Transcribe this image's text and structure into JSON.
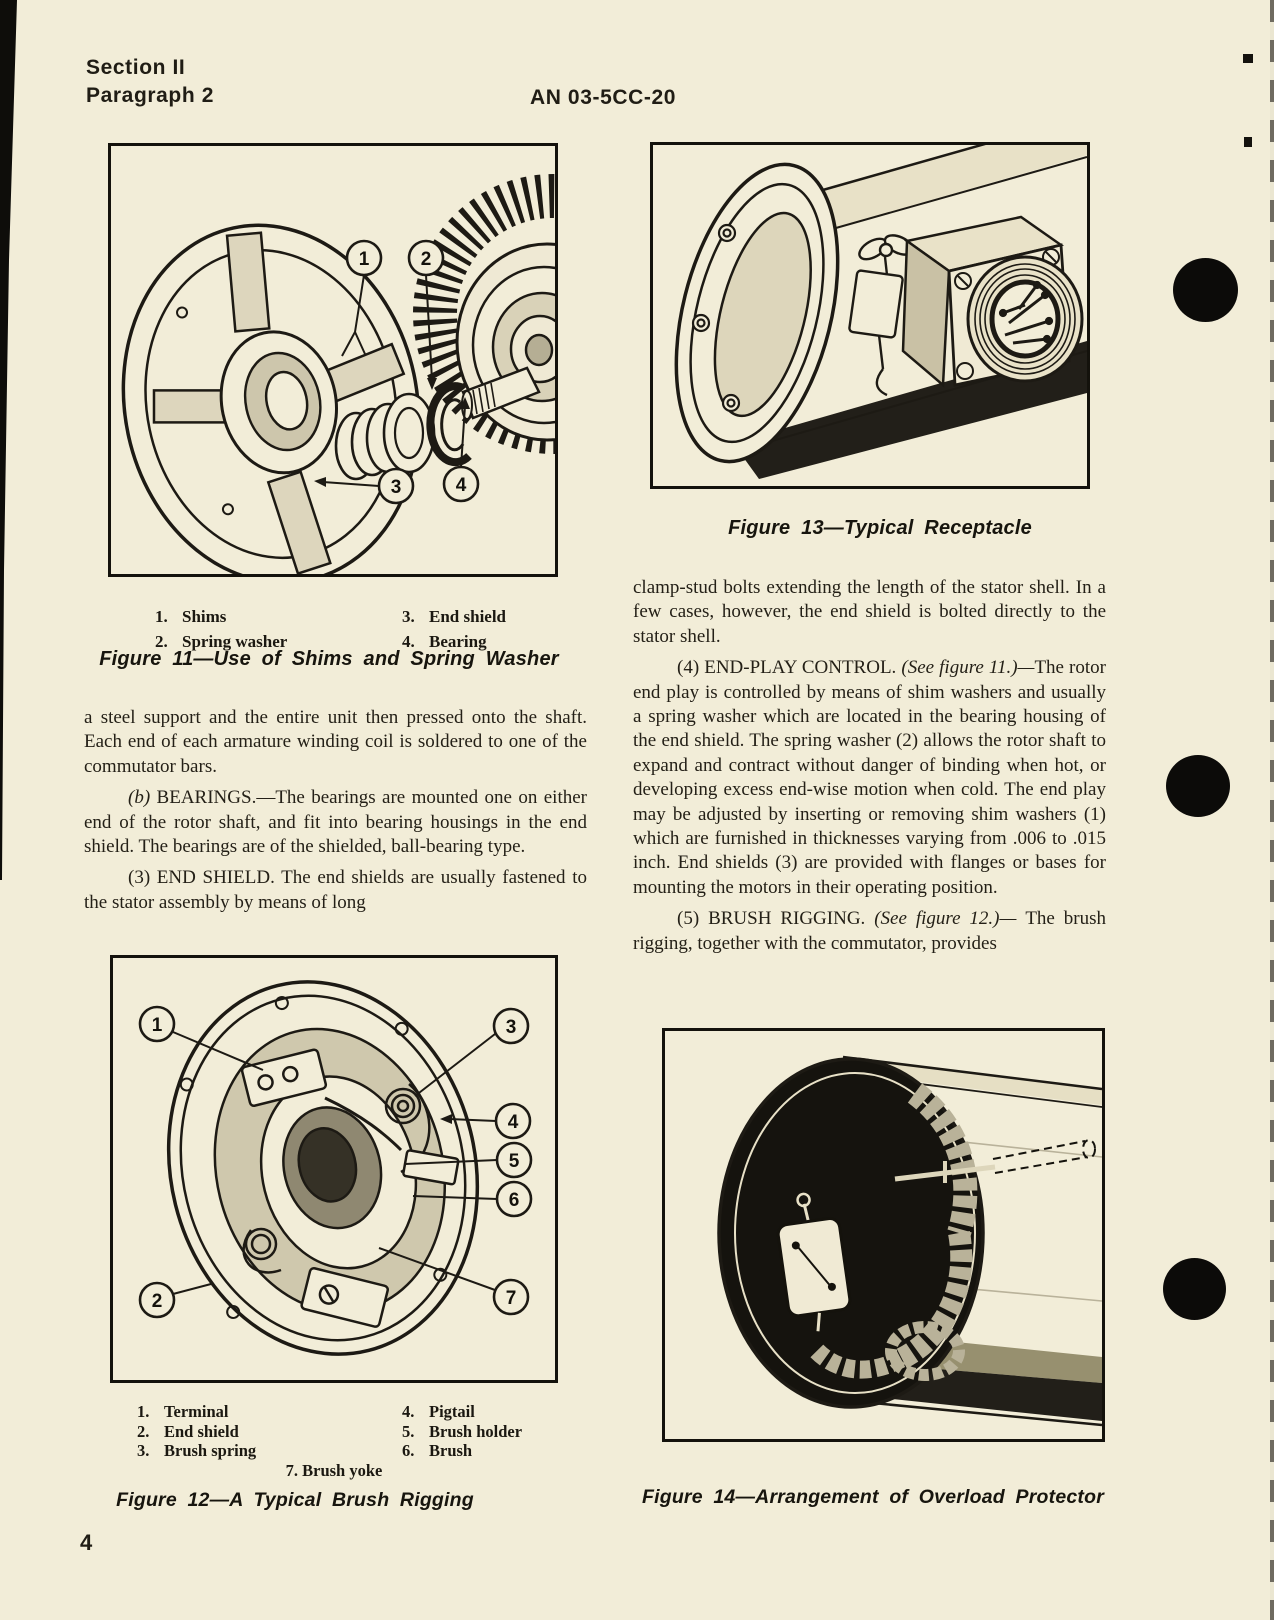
{
  "page": {
    "header_line1": "Section II",
    "header_line2": "Paragraph 2",
    "header_center": "AN 03-5CC-20",
    "page_number": "4"
  },
  "colors": {
    "paper": "#f2edd8",
    "ink": "#201d15"
  },
  "figures": {
    "fig11": {
      "caption": "Figure 11—Use of Shims and Spring Washer",
      "callouts": [
        "1",
        "2",
        "3",
        "4"
      ],
      "legend_col1": [
        {
          "num": "1.",
          "label": "Shims"
        },
        {
          "num": "2.",
          "label": "Spring washer"
        }
      ],
      "legend_col2": [
        {
          "num": "3.",
          "label": "End shield"
        },
        {
          "num": "4.",
          "label": "Bearing"
        }
      ]
    },
    "fig12": {
      "caption": "Figure 12—A Typical Brush Rigging",
      "callouts": [
        "1",
        "2",
        "3",
        "4",
        "5",
        "6",
        "7"
      ],
      "legend_col1": [
        {
          "num": "1.",
          "label": "Terminal"
        },
        {
          "num": "2.",
          "label": "End shield"
        },
        {
          "num": "3.",
          "label": "Brush spring"
        }
      ],
      "legend_col2": [
        {
          "num": "4.",
          "label": "Pigtail"
        },
        {
          "num": "5.",
          "label": "Brush holder"
        },
        {
          "num": "6.",
          "label": "Brush"
        }
      ],
      "legend_center": {
        "num": "7.",
        "label": "Brush yoke"
      }
    },
    "fig13": {
      "caption": "Figure 13—Typical Receptacle"
    },
    "fig14": {
      "caption": "Figure 14—Arrangement of Overload Protector"
    }
  },
  "left_column": {
    "para1": "a steel support and the entire unit then pressed onto the shaft. Each end of each armature winding coil is soldered to one of the commutator bars.",
    "para2_italic_lead": "(b)",
    "para2_rest": " BEARINGS.—The bearings are mounted one on either end of the rotor shaft, and fit into bearing housings in the end shield. The bearings are of the shielded, ball-bearing type.",
    "para3": "(3) END SHIELD. The end shields are usually fastened to the stator assembly by means of long"
  },
  "right_column": {
    "para1": "clamp-stud bolts extending the length of the stator shell. In a few cases, however, the end shield is bolted directly to the stator shell.",
    "para2_lead": "(4) END-PLAY CONTROL. ",
    "para2_italic": "(See figure 11.)—",
    "para2_rest": "The rotor end play is controlled by means of shim washers and usually a spring washer which are located in the bearing housing of the end shield. The spring washer (2) allows the rotor shaft to expand and contract without danger of binding when hot, or developing excess end-wise motion when cold. The end play may be adjusted by inserting or removing shim washers (1) which are furnished in thicknesses varying from .006 to .015 inch. End shields (3) are provided with flanges or bases for mounting the motors in their operating position.",
    "para3_lead": "(5) BRUSH RIGGING. ",
    "para3_italic": "(See figure 12.)— ",
    "para3_rest": "The brush rigging, together with the commutator, provides"
  }
}
